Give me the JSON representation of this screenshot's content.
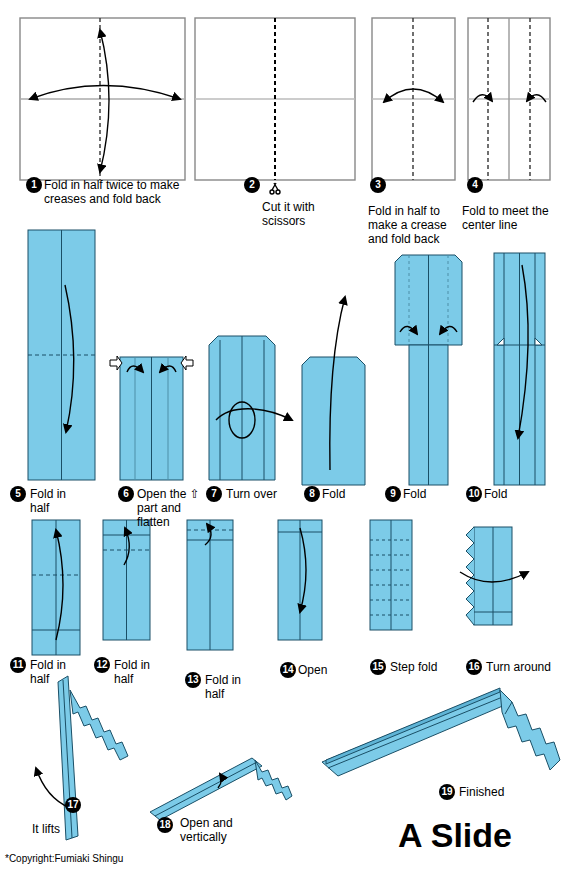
{
  "diagram": {
    "title": "A Slide",
    "nodes": [
      {
        "text": [
          "1"
        ]
      },
      {
        "text": [
          "2"
        ]
      },
      {
        "text": [
          "3"
        ]
      },
      {
        "text": [
          "4"
        ]
      },
      {
        "text": [
          "5"
        ]
      },
      {
        "text": [
          "6"
        ]
      },
      {
        "text": [
          "7"
        ]
      },
      {
        "text": [
          "8"
        ]
      },
      {
        "text": [
          "9"
        ]
      },
      {
        "text": [
          "10"
        ]
      },
      {
        "text": [
          "11"
        ]
      },
      {
        "text": [
          "12"
        ]
      },
      {
        "text": [
          "13"
        ]
      },
      {
        "text": [
          "14"
        ]
      },
      {
        "text": [
          "15"
        ]
      },
      {
        "text": [
          "16"
        ]
      },
      {
        "text": [
          "17"
        ]
      },
      {
        "text": [
          "18"
        ]
      },
      {
        "text": [
          "19"
        ]
      }
    ],
    "labels": [
      "Fold in half twice to make creases and fold back",
      "Cut it with scissors",
      "Fold in half to make a crease and fold back",
      "Fold to meet the center line",
      "Fold in half",
      "Open the ⇧ part and flatten",
      "Turn over",
      "Fold",
      "Fold",
      "Fold",
      "Fold in half",
      "Fold in half",
      "Fold in half",
      "Open",
      "Step fold",
      "Turn around",
      "It lifts",
      "Open and vertically",
      "Finished",
      "*Copyright:Fumiaki Shingu"
    ]
  }
}
